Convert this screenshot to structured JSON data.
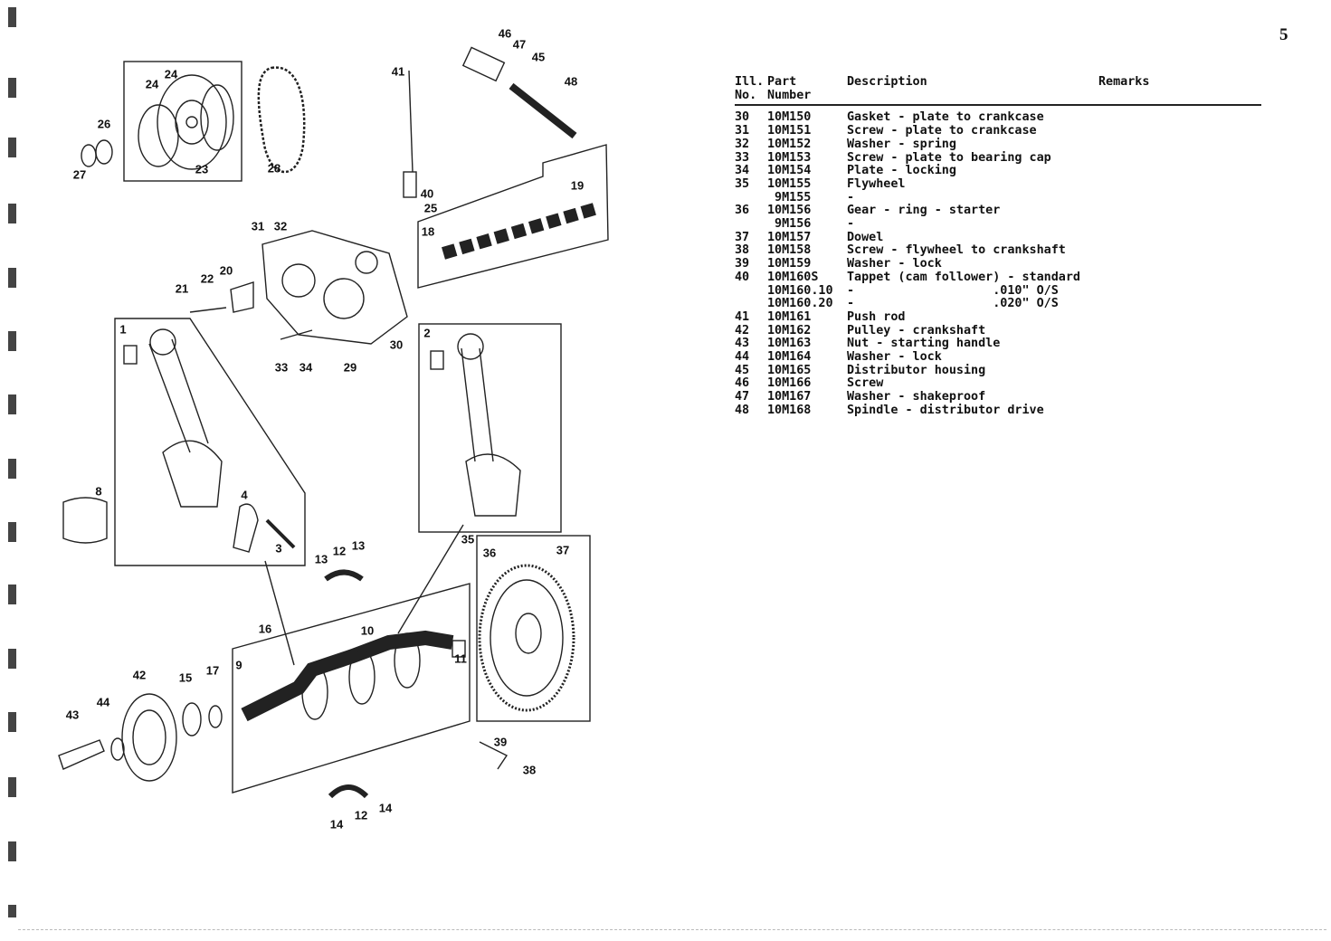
{
  "page_number": "5",
  "table": {
    "headers": {
      "ill_no": "Ill.\nNo.",
      "part_number": "Part\nNumber",
      "description": "Description",
      "remarks": "Remarks"
    },
    "rows": [
      {
        "ill": "30",
        "part": "10M150",
        "desc": "Gasket - plate to crankcase",
        "remarks": ""
      },
      {
        "ill": "31",
        "part": "10M151",
        "desc": "Screw - plate to crankcase",
        "remarks": ""
      },
      {
        "ill": "32",
        "part": "10M152",
        "desc": "Washer - spring",
        "remarks": ""
      },
      {
        "ill": "33",
        "part": "10M153",
        "desc": "Screw - plate to bearing cap",
        "remarks": ""
      },
      {
        "ill": "34",
        "part": "10M154",
        "desc": "Plate - locking",
        "remarks": ""
      },
      {
        "ill": "35",
        "part": "10M155",
        "desc": "Flywheel",
        "remarks": ""
      },
      {
        "ill": "",
        "part": " 9M155",
        "desc": "-",
        "remarks": ""
      },
      {
        "ill": "36",
        "part": "10M156",
        "desc": "Gear - ring - starter",
        "remarks": ""
      },
      {
        "ill": "",
        "part": " 9M156",
        "desc": "-",
        "remarks": ""
      },
      {
        "ill": "37",
        "part": "10M157",
        "desc": "Dowel",
        "remarks": ""
      },
      {
        "ill": "38",
        "part": "10M158",
        "desc": "Screw - flywheel to crankshaft",
        "remarks": ""
      },
      {
        "ill": "39",
        "part": "10M159",
        "desc": "Washer - lock",
        "remarks": ""
      },
      {
        "ill": "40",
        "part": "10M160S",
        "desc": "Tappet (cam follower) - standard",
        "remarks": ""
      },
      {
        "ill": "",
        "part": "10M160.10",
        "desc": "-                   .010\" O/S",
        "remarks": ""
      },
      {
        "ill": "",
        "part": "10M160.20",
        "desc": "-                   .020\" O/S",
        "remarks": ""
      },
      {
        "ill": "41",
        "part": "10M161",
        "desc": "Push rod",
        "remarks": ""
      },
      {
        "ill": "42",
        "part": "10M162",
        "desc": "Pulley - crankshaft",
        "remarks": ""
      },
      {
        "ill": "43",
        "part": "10M163",
        "desc": "Nut - starting handle",
        "remarks": ""
      },
      {
        "ill": "44",
        "part": "10M164",
        "desc": "Washer - lock",
        "remarks": ""
      },
      {
        "ill": "45",
        "part": "10M165",
        "desc": "Distributor housing",
        "remarks": ""
      },
      {
        "ill": "46",
        "part": "10M166",
        "desc": "Screw",
        "remarks": ""
      },
      {
        "ill": "47",
        "part": "10M167",
        "desc": "Washer - shakeproof",
        "remarks": ""
      },
      {
        "ill": "48",
        "part": "10M168",
        "desc": "Spindle - distributor drive",
        "remarks": ""
      }
    ]
  },
  "callouts": [
    "46",
    "47",
    "45",
    "48",
    "41",
    "24",
    "24",
    "26",
    "27",
    "23",
    "28",
    "40",
    "19",
    "25",
    "18",
    "31",
    "32",
    "22",
    "20",
    "21",
    "30",
    "33",
    "34",
    "29",
    "1",
    "2",
    "8",
    "4",
    "3",
    "13",
    "12",
    "13",
    "35",
    "36",
    "37",
    "16",
    "10",
    "11",
    "9",
    "42",
    "15",
    "17",
    "44",
    "43",
    "39",
    "38",
    "14",
    "12",
    "14"
  ]
}
